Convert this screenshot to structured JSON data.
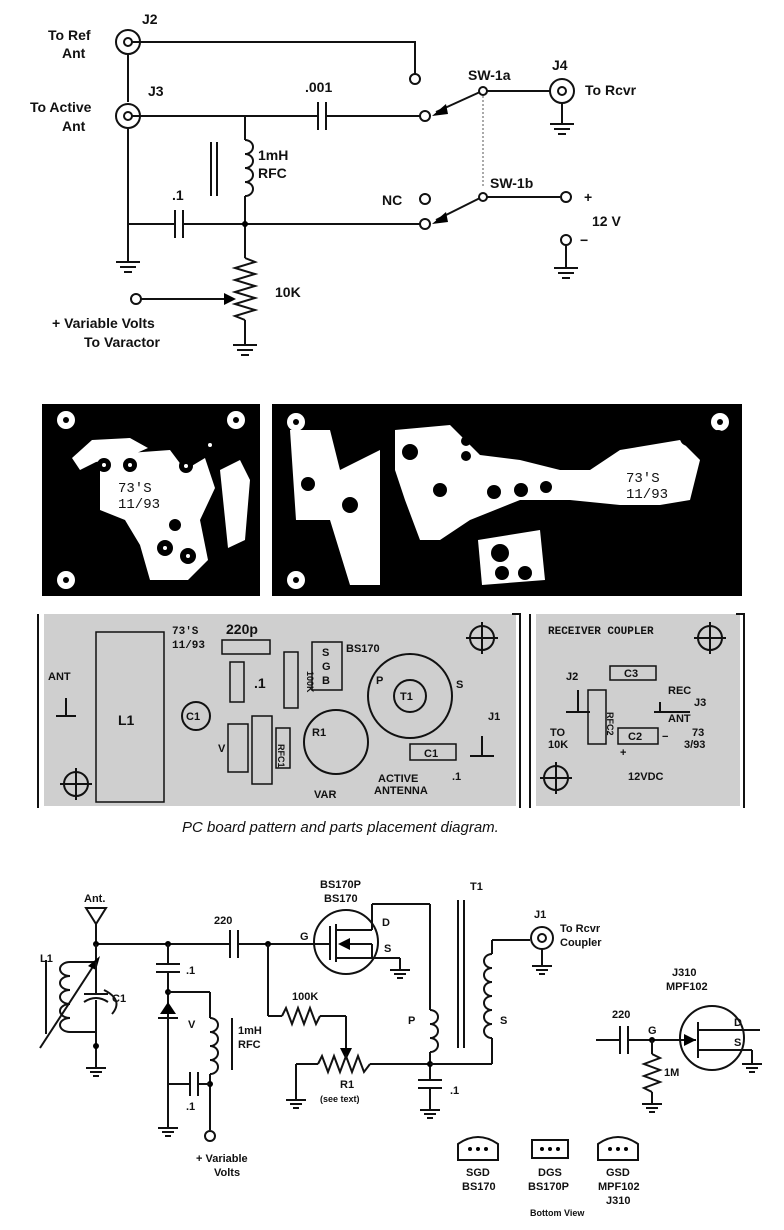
{
  "schematic_top": {
    "j2": "J2",
    "to_ref_ant_1": "To Ref",
    "to_ref_ant_2": "Ant",
    "j3": "J3",
    "to_active_ant_1": "To Active",
    "to_active_ant_2": "Ant",
    "cap_001": ".001",
    "sw1a": "SW-1a",
    "j4": "J4",
    "to_rcvr": "To Rcvr",
    "rfc_1mh_1": "1mH",
    "rfc_1mh_2": "RFC",
    "cap_1": ".1",
    "nc": "NC",
    "sw1b": "SW-1b",
    "plus": "+",
    "v12": "12 V",
    "minus": "−",
    "pot_10k": "10K",
    "var_volts_1": "+ Variable Volts",
    "var_volts_2": "To Varactor"
  },
  "pcb_pattern": {
    "mark_left_1": "73'S",
    "mark_left_2": "11/93",
    "mark_right_1": "73'S",
    "mark_right_2": "11/93"
  },
  "parts_layout": {
    "ant": "ANT",
    "l1": "L1",
    "c1": "C1",
    "mark_1": "73'S",
    "mark_2": "11/93",
    "cap_220p": "220p",
    "cap_1": ".1",
    "v": "V",
    "rfc1": "RFC1",
    "r100k": "100K",
    "s": "S",
    "g": "G",
    "b": "B",
    "bs170": "BS170",
    "r1": "R1",
    "var": "VAR",
    "t1": "T1",
    "p": "P",
    "s2": "S",
    "j1": "J1",
    "c1b": "C1",
    "c1b_val": ".1",
    "active_1": "ACTIVE",
    "active_2": "ANTENNA",
    "rc_title": "RECEIVER COUPLER",
    "j2": "J2",
    "c3": "C3",
    "rfc2": "RFC2",
    "rec": "REC",
    "j3": "J3",
    "ant2": "ANT",
    "c2": "C2",
    "to10k_1": "TO",
    "to10k_2": "10K",
    "m73": "73",
    "m393": "3/93",
    "v12dc": "12VDC",
    "plus": "+",
    "minus": "−"
  },
  "caption": "PC board pattern and parts placement diagram.",
  "schematic_bottom": {
    "ant": "Ant.",
    "l1": "L1",
    "c1": "C1",
    "cap_1a": ".1",
    "cap_220": "220",
    "bs170p": "BS170P",
    "bs170": "BS170",
    "g": "G",
    "d": "D",
    "s": "S",
    "v": "V",
    "rfc_1mh_1": "1mH",
    "rfc_1mh_2": "RFC",
    "r100k": "100K",
    "r1": "R1",
    "see_text": "(see  text)",
    "cap_1b": ".1",
    "var_volts_1": "+ Variable",
    "var_volts_2": "Volts",
    "t1": "T1",
    "p": "P",
    "s2": "S",
    "cap_1c": ".1",
    "j1": "J1",
    "to_rcvr_1": "To Rcvr",
    "to_rcvr_2": "Coupler",
    "j310": "J310",
    "mpf102": "MPF102",
    "cap_220b": "220",
    "g2": "G",
    "d2": "D",
    "s3": "S",
    "r1m": "1M"
  },
  "pinouts": {
    "sgd": "SGD",
    "bs170": "BS170",
    "dgs": "DGS",
    "bs170p": "BS170P",
    "gsd": "GSD",
    "mpf102": "MPF102",
    "j310": "J310",
    "bottom_view": "Bottom View"
  }
}
